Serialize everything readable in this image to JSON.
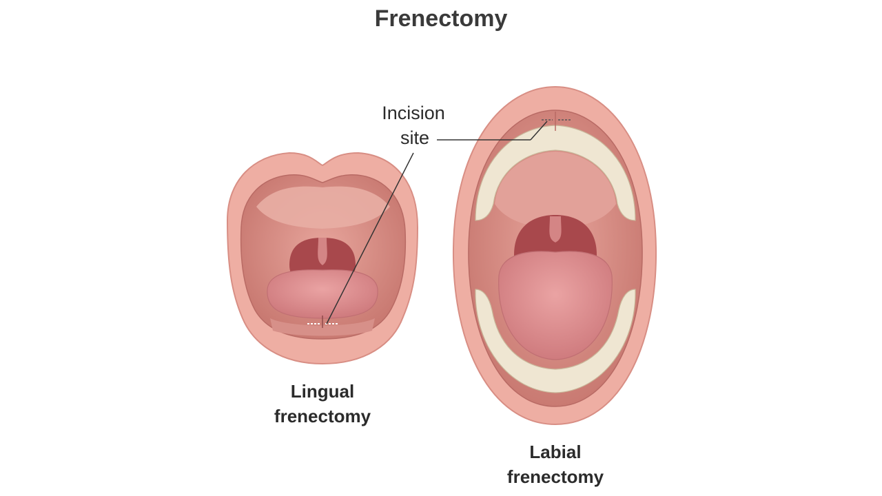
{
  "title": "Frenectomy",
  "callout": {
    "line1": "Incision",
    "line2": "site"
  },
  "figures": [
    {
      "line1": "Lingual",
      "line2": "frenectomy"
    },
    {
      "line1": "Labial",
      "line2": "frenectomy"
    }
  ],
  "colors": {
    "lip": "#e8a397",
    "lip_dark": "#c8766d",
    "mouth_interior": "#d98a82",
    "palate": "#e4a198",
    "throat": "#a94f52",
    "tongue": "#d98a8a",
    "teeth": "#efe6d2",
    "line": "#333333"
  }
}
